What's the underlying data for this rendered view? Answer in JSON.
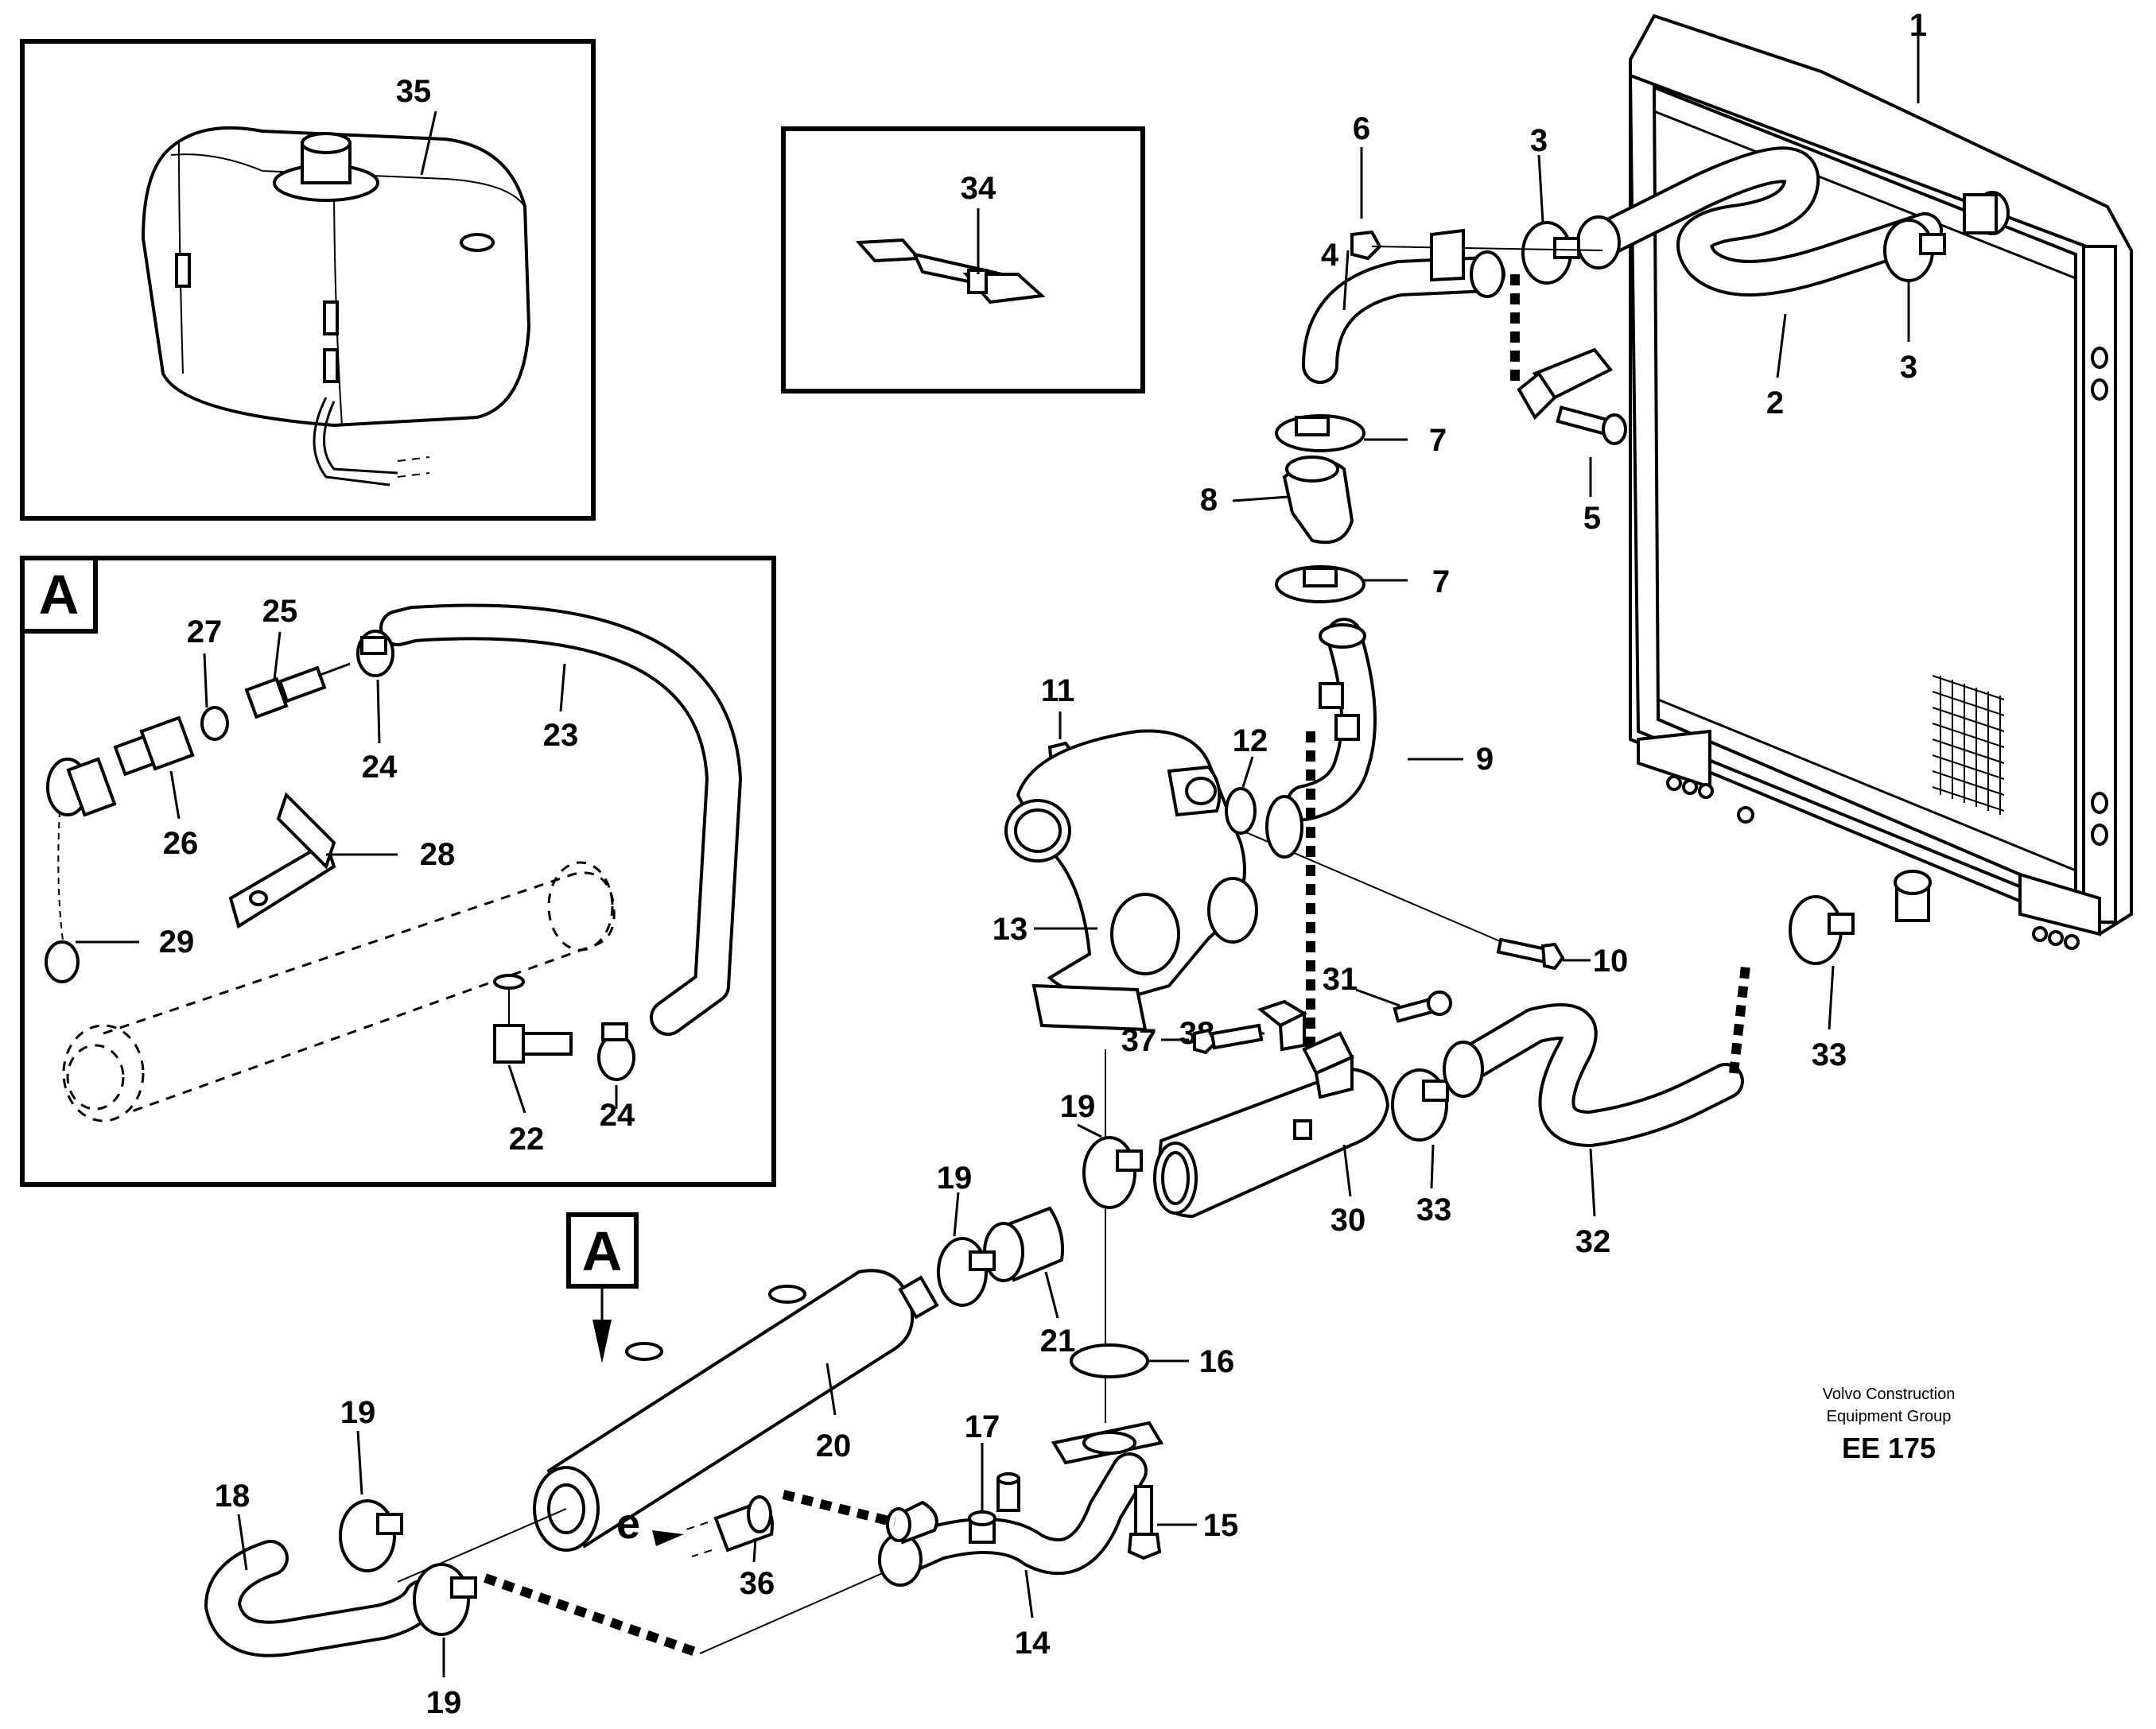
{
  "detail_box_a": {
    "letter": "A"
  },
  "callout_a": {
    "letter": "A"
  },
  "flow_marker": {
    "letter": "e"
  },
  "credit": {
    "line1": "Volvo Construction",
    "line2": "Equipment Group",
    "code": "EE 175"
  },
  "labels": {
    "l1": "1",
    "l2": "2",
    "l3a": "3",
    "l3b": "3",
    "l4": "4",
    "l5": "5",
    "l6": "6",
    "l7a": "7",
    "l7b": "7",
    "l8": "8",
    "l9": "9",
    "l10": "10",
    "l11": "11",
    "l12": "12",
    "l13": "13",
    "l14": "14",
    "l15": "15",
    "l16": "16",
    "l17": "17",
    "l18": "18",
    "l19a": "19",
    "l19b": "19",
    "l19c": "19",
    "l19d": "19",
    "l20": "20",
    "l21": "21",
    "l22": "22",
    "l23": "23",
    "l24a": "24",
    "l24b": "24",
    "l25": "25",
    "l26": "26",
    "l27": "27",
    "l28": "28",
    "l29": "29",
    "l30": "30",
    "l31": "31",
    "l32": "32",
    "l33a": "33",
    "l33b": "33",
    "l34": "34",
    "l35": "35",
    "l36": "36",
    "l37": "37",
    "l38": "38"
  }
}
